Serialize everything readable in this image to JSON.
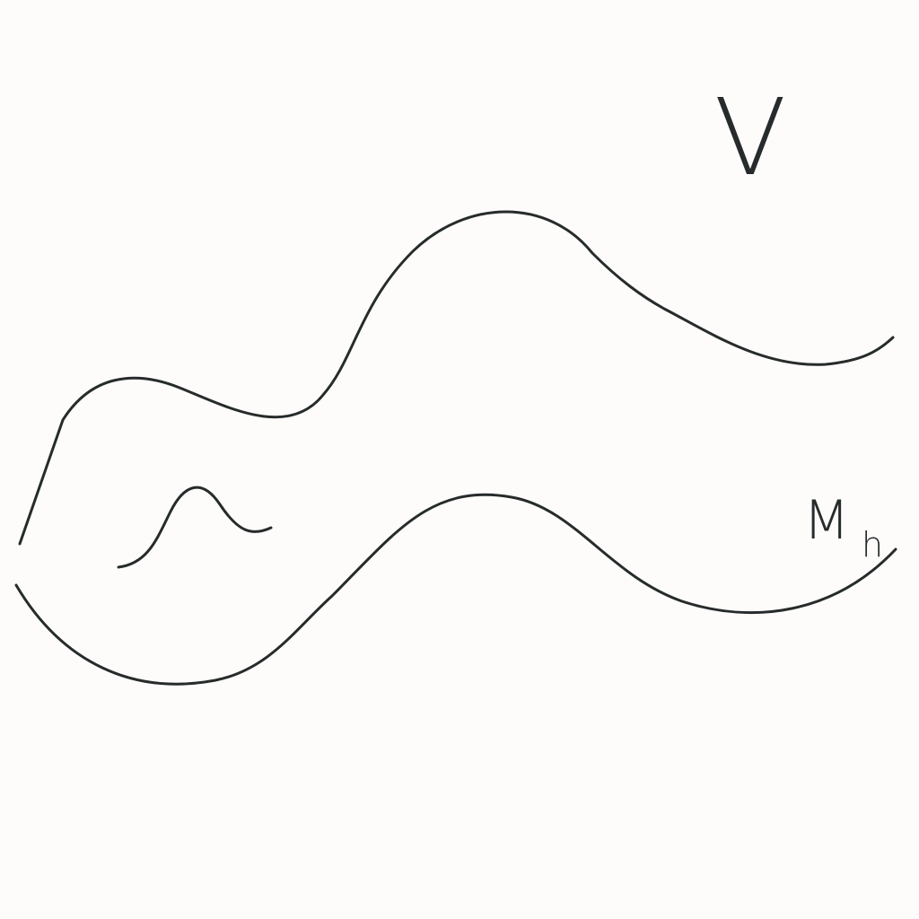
{
  "diagram": {
    "labels": {
      "space": "V",
      "manifold": "M",
      "manifold_subscript": "h"
    },
    "stroke_color": "#262b2b",
    "background_color": "#fdfcfa"
  }
}
